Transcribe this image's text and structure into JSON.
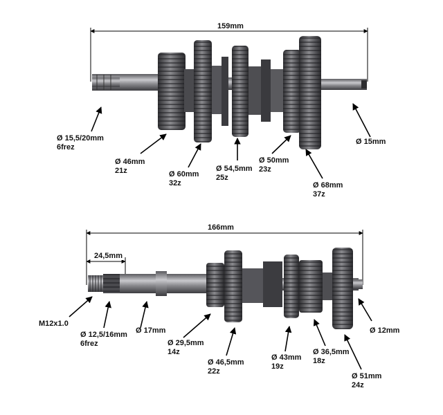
{
  "top_shaft": {
    "length": "159mm",
    "labels": [
      {
        "d": "Ø 15,5/20mm",
        "t": "6frez"
      },
      {
        "d": "Ø 46mm",
        "t": "21z"
      },
      {
        "d": "Ø 60mm",
        "t": "32z"
      },
      {
        "d": "Ø 54,5mm",
        "t": "25z"
      },
      {
        "d": "Ø 50mm",
        "t": "23z"
      },
      {
        "d": "Ø 68mm",
        "t": "37z"
      },
      {
        "d": "Ø 15mm",
        "t": ""
      }
    ]
  },
  "bottom_shaft": {
    "length": "166mm",
    "thread_length": "24,5mm",
    "labels": [
      {
        "d": "M12x1.0",
        "t": ""
      },
      {
        "d": "Ø 12,5/16mm",
        "t": "6frez"
      },
      {
        "d": "Ø 17mm",
        "t": ""
      },
      {
        "d": "Ø 29,5mm",
        "t": "14z"
      },
      {
        "d": "Ø 46,5mm",
        "t": "22z"
      },
      {
        "d": "Ø 43mm",
        "t": "19z"
      },
      {
        "d": "Ø 36,5mm",
        "t": "18z"
      },
      {
        "d": "Ø 51mm",
        "t": "24z"
      },
      {
        "d": "Ø 12mm",
        "t": ""
      }
    ]
  },
  "colors": {
    "metal_dark": "#3a3a3c",
    "metal_mid": "#6e6e72",
    "metal_light": "#b9b9bd",
    "line": "#000000"
  }
}
